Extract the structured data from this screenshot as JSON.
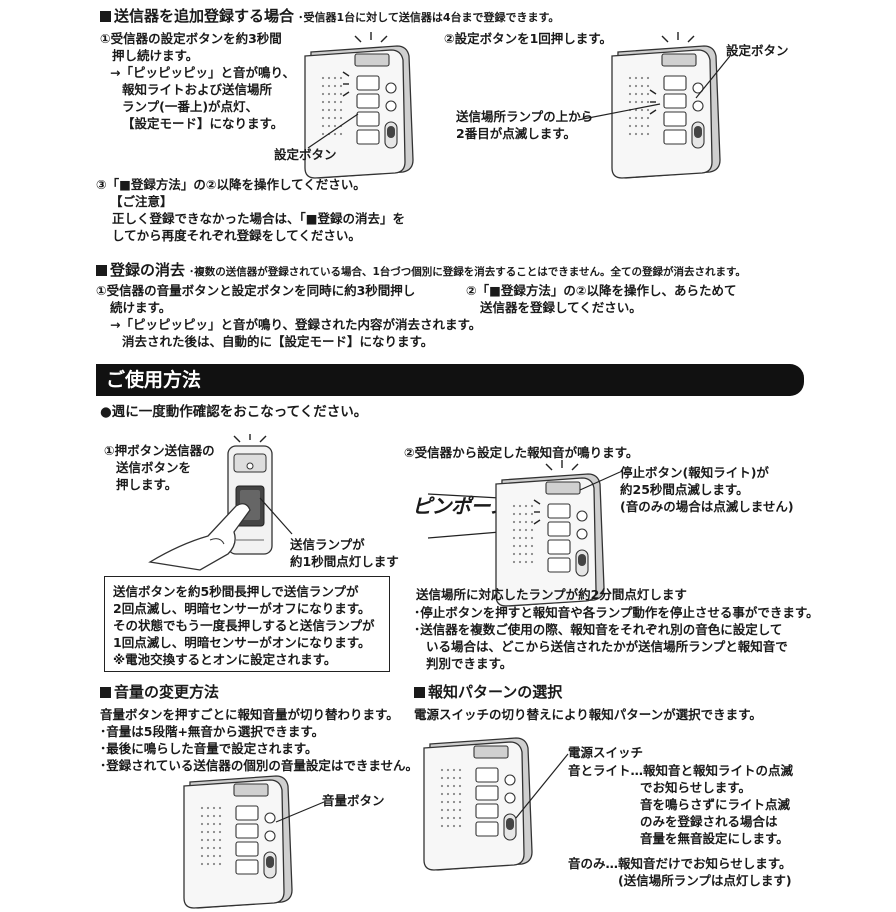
{
  "reg": {
    "heading": "送信器を追加登録する場合",
    "note": "･受信器1台に対して送信器は4台まで登録できます。",
    "step1": [
      "①受信器の設定ボタンを約3秒間",
      "押し続けます。",
      "→「ピッピッピッ」と音が鳴り、",
      "報知ライトおよび送信場所",
      "ランプ(一番上)が点灯、",
      "【設定モード】になります。"
    ],
    "step1_label": "設定ボタン",
    "step2": "②設定ボタンを1回押します。",
    "step2_label": "設定ボタン",
    "step2_caption": [
      "送信場所ランプの上から",
      "2番目が点滅します。"
    ],
    "step3": "③「■登録方法」の②以降を操作してください。",
    "caution_title": "【ご注意】",
    "caution": [
      "正しく登録できなかった場合は、「■登録の消去」を",
      "してから再度それぞれ登録をしてください。"
    ]
  },
  "erase": {
    "heading": "登録の消去",
    "note": "･複数の送信器が登録されている場合、1台づつ個別に登録を消去することはできません。全ての登録が消去されます。",
    "step1": [
      "①受信器の音量ボタンと設定ボタンを同時に約3秒間押し",
      "続けます。",
      "→「ピッピッピッ」と音が鳴り、登録された内容が消去されます。",
      "消去された後は、自動的に【設定モード】になります。"
    ],
    "step2": [
      "②「■登録方法」の②以降を操作し、あらためて",
      "送信器を登録してください。"
    ]
  },
  "usage": {
    "bar_title": "ご使用方法",
    "weekly": "●週に一度動作確認をおこなってください。",
    "step1": [
      "①押ボタン送信器の",
      "送信ボタンを",
      "押します。"
    ],
    "lamp_caption": [
      "送信ランプが",
      "約1秒間点灯します"
    ],
    "box": [
      "送信ボタンを約5秒間長押しで送信ランプが",
      "2回点滅し、明暗センサーがオフになります。",
      "その状態でもう一度長押しすると送信ランプが",
      "1回点滅し、明暗センサーがオンになります。",
      "※電池交換するとオンに設定されます。"
    ],
    "step2": "②受信器から設定した報知音が鳴ります。",
    "sound": "ピンポーン",
    "stop_caption": [
      "停止ボタン(報知ライト)が",
      "約25秒間点滅します。",
      "(音のみの場合は点滅しません)"
    ],
    "lamp2_caption": "送信場所に対応したランプが約2分間点灯します",
    "bullets": [
      "･停止ボタンを押すと報知音や各ランプ動作を停止させる事ができます。",
      "･送信器を複数ご使用の際、報知音をそれぞれ別の音色に設定して",
      "いる場合は、どこから送信されたかが送信場所ランプと報知音で",
      "判別できます。"
    ]
  },
  "volume": {
    "heading": "音量の変更方法",
    "lines": [
      "音量ボタンを押すごとに報知音量が切り替わります。",
      "･音量は5段階+無音から選択できます。",
      "･最後に鳴らした音量で設定されます。",
      "･登録されている送信器の個別の音量設定はできません。"
    ],
    "label": "音量ボタン"
  },
  "pattern": {
    "heading": "報知パターンの選択",
    "intro": "電源スイッチの切り替えにより報知パターンが選択できます。",
    "switch_label": "電源スイッチ",
    "lines": [
      "音とライト…報知音と報知ライトの点滅",
      "でお知らせします。",
      "音を鳴らさずにライト点滅",
      "のみを登録される場合は",
      "音量を無音設定にします。",
      "音のみ…報知音だけでお知らせします。",
      "(送信場所ランプは点灯します)"
    ]
  }
}
